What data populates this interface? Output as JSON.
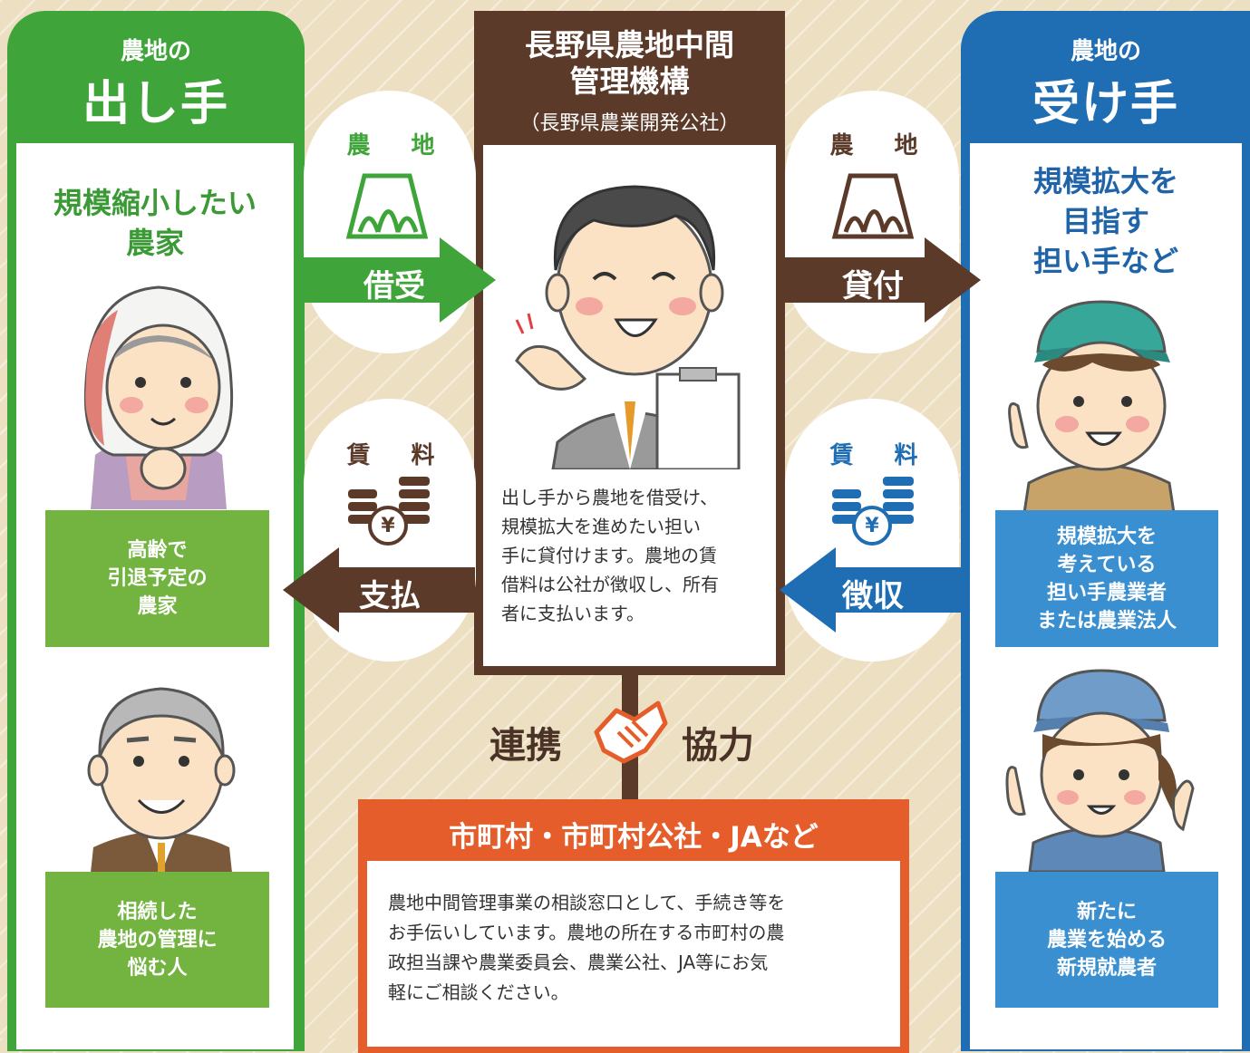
{
  "left": {
    "head_small": "農地の",
    "head_big": "出し手",
    "lead_line1": "規模縮小したい",
    "lead_line2": "農家",
    "box1": [
      "高齢で",
      "引退予定の",
      "農家"
    ],
    "box2": [
      "相続した",
      "農地の管理に",
      "悩む人"
    ]
  },
  "right": {
    "head_small": "農地の",
    "head_big": "受け手",
    "lead": [
      "規模拡大を",
      "目指す",
      "担い手など"
    ],
    "box1": [
      "規模拡大を",
      "考えている",
      "担い手農業者",
      "または農業法人"
    ],
    "box2": [
      "新たに",
      "農業を始める",
      "新規就農者"
    ]
  },
  "center": {
    "title_line1": "長野県農地中間",
    "title_line2": "管理機構",
    "subtitle": "（長野県農業開発公社）",
    "desc": [
      "出し手から農地を借受け、",
      "規模拡大を進めたい担い",
      "手に貸付けます。農地の賃",
      "借料は公社が徴収し、所有",
      "者に支払います。"
    ]
  },
  "flows": {
    "land_label": "農 地",
    "rent_label": "賃 料",
    "borrow": "借受",
    "lend": "貸付",
    "pay": "支払",
    "collect": "徴収",
    "yen": "¥"
  },
  "bottom": {
    "left_word": "連携",
    "right_word": "協力",
    "title": "市町村・市町村公社・JAなど",
    "desc": [
      "農地中間管理事業の相談窓口として、手続き等を",
      "お手伝いしています。農地の所在する市町村の農",
      "政担当課や農業委員会、農業公社、JA等にお気",
      "軽にご相談ください。"
    ]
  },
  "colors": {
    "green": "#3fa53a",
    "blue": "#1f6db3",
    "brown": "#5b3a2a",
    "orange": "#e55d2a"
  }
}
